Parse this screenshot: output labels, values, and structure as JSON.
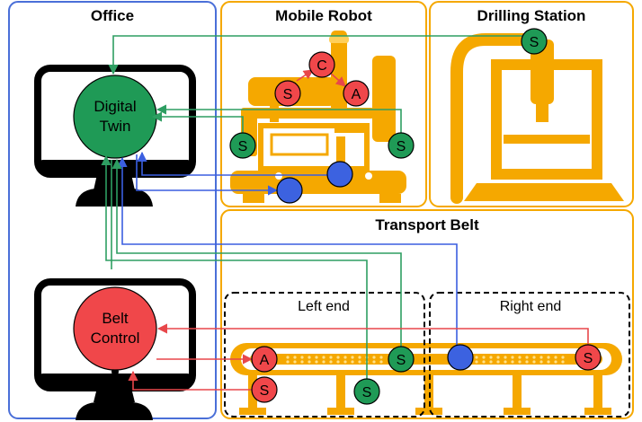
{
  "sections": {
    "office": "Office",
    "mobile_robot": "Mobile Robot",
    "drilling_station": "Drilling Station",
    "transport_belt": "Transport Belt"
  },
  "belt_regions": {
    "left": "Left end",
    "right": "Right end"
  },
  "monitors": {
    "digital_twin": [
      "Digital",
      "Twin"
    ],
    "belt_control": [
      "Belt",
      "Control"
    ]
  },
  "node_labels": {
    "sensor": "S",
    "actuator": "A",
    "controller": "C"
  },
  "colors": {
    "orange": "#F5A800",
    "office_border": "#4A6FD8",
    "sensor": "#1F9A56",
    "actuator": "#F0474A",
    "controller": "#F0474A",
    "position": "#3C62E0",
    "green_link": "#2E9E62",
    "red_link": "#E8474A",
    "blue_link": "#3B5FE0"
  }
}
